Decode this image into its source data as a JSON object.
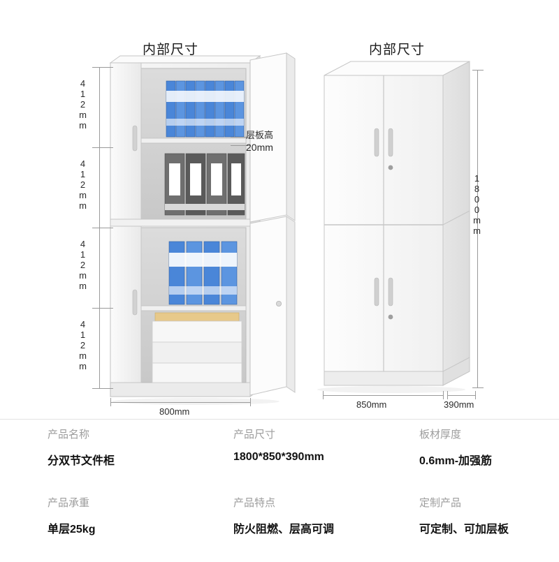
{
  "illustration": {
    "left_title": "内部尺寸",
    "right_title": "内部尺寸",
    "left_cabinet": {
      "shelf_heights": [
        "412mm",
        "412mm",
        "412mm",
        "412mm"
      ],
      "shelf_board_label": "层板高",
      "shelf_board_value": "20mm",
      "width_label": "800mm"
    },
    "right_cabinet": {
      "height_label": "1800mm",
      "width_label": "850mm",
      "depth_label": "390mm"
    }
  },
  "specs": [
    {
      "label": "产品名称",
      "value": "分双节文件柜"
    },
    {
      "label": "产品尺寸",
      "value": "1800*850*390mm"
    },
    {
      "label": "板材厚度",
      "value": "0.6mm-加强筋"
    },
    {
      "label": "产品承重",
      "value": "单层25kg"
    },
    {
      "label": "产品特点",
      "value": "防火阻燃、层高可调"
    },
    {
      "label": "定制产品",
      "value": "可定制、可加层板"
    }
  ],
  "colors": {
    "cabinet_body": "#f2f2f2",
    "cabinet_edge": "#c9c9c9",
    "folder_blue": "#3b7fd4",
    "folder_dark": "#4a4a4a",
    "label_gray": "#9d9d9d",
    "text_dark": "#111111"
  }
}
